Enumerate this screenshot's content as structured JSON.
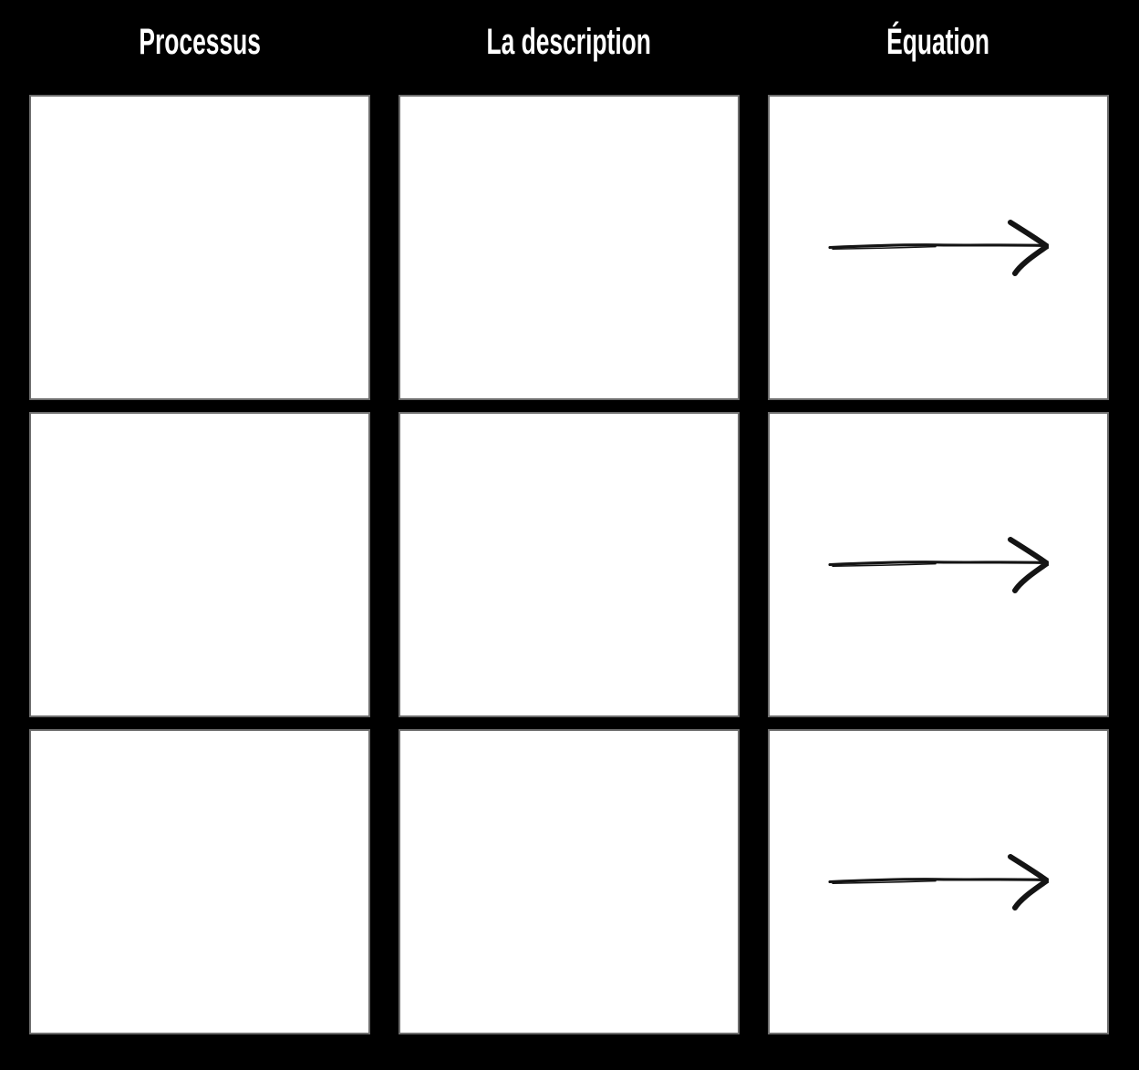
{
  "table": {
    "columns": [
      {
        "id": "processus",
        "label": "Processus"
      },
      {
        "id": "description",
        "label": "La description"
      },
      {
        "id": "equation",
        "label": "Équation"
      }
    ],
    "rows": [
      {
        "processus": "",
        "description": "",
        "equation_icon": "hand-drawn-arrow-right"
      },
      {
        "processus": "",
        "description": "",
        "equation_icon": "hand-drawn-arrow-right"
      },
      {
        "processus": "",
        "description": "",
        "equation_icon": "hand-drawn-arrow-right"
      }
    ]
  },
  "colors": {
    "background": "#000000",
    "cell_background": "#ffffff",
    "cell_border": "#6e6e6e",
    "header_text": "#ffffff",
    "arrow": "#141414"
  }
}
